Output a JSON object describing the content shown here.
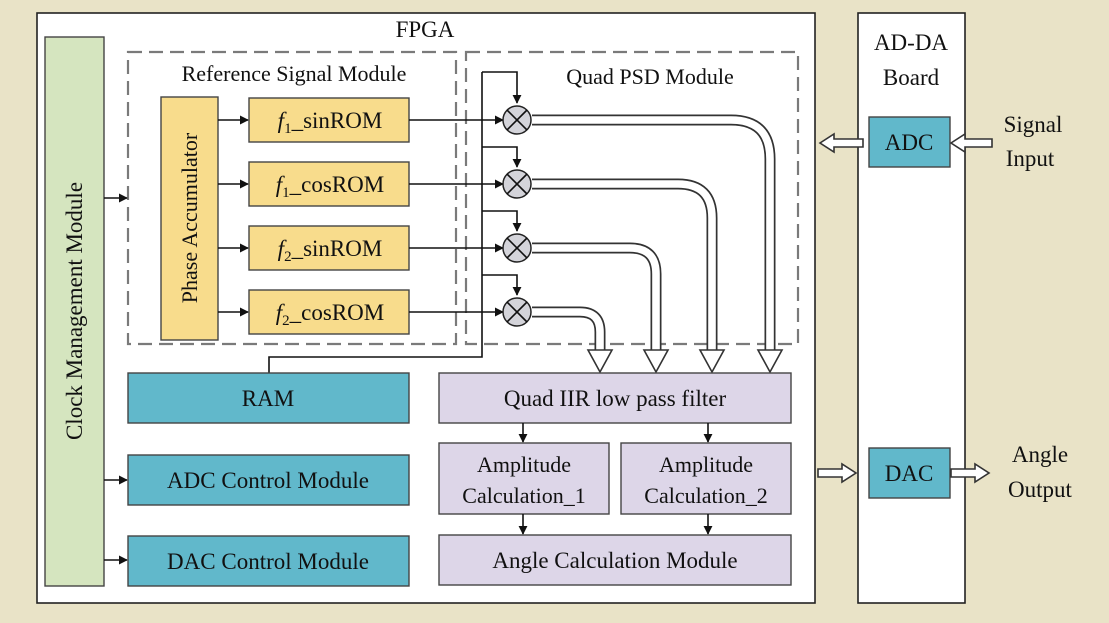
{
  "colors": {
    "background": "#e9e3c7",
    "frame": "#ffffff",
    "rom_fill": "#f8dc8c",
    "module_fill": "#61b8cb",
    "filter_fill": "#ddd6e8",
    "clock_fill": "#d5e5bf"
  },
  "fpga": {
    "title": "FPGA"
  },
  "board": {
    "title_line1": "AD-DA",
    "title_line2": "Board"
  },
  "clock_module": {
    "label": "Clock Management Module"
  },
  "reference_module": {
    "title": "Reference Signal Module",
    "phase_accumulator": "Phase Accumulator",
    "roms": [
      {
        "italic": "f",
        "sub": "1",
        "text": "_sinROM"
      },
      {
        "italic": "f",
        "sub": "1",
        "text": "_cosROM"
      },
      {
        "italic": "f",
        "sub": "2",
        "text": "_sinROM"
      },
      {
        "italic": "f",
        "sub": "2",
        "text": "_cosROM"
      }
    ]
  },
  "psd_module": {
    "title": "Quad PSD Module"
  },
  "ram": {
    "label": "RAM"
  },
  "adc_control": {
    "label": "ADC Control Module"
  },
  "dac_control": {
    "label": "DAC Control Module"
  },
  "iir_filter": {
    "label": "Quad IIR low pass filter"
  },
  "amplitude_1": {
    "line1": "Amplitude",
    "line2": "Calculation_1"
  },
  "amplitude_2": {
    "line1": "Amplitude",
    "line2": "Calculation_2"
  },
  "angle_module": {
    "label": "Angle Calculation Module"
  },
  "adc": {
    "label": "ADC"
  },
  "dac": {
    "label": "DAC"
  },
  "signal_input": {
    "line1": "Signal",
    "line2": "Input"
  },
  "angle_output": {
    "line1": "Angle",
    "line2": "Output"
  }
}
